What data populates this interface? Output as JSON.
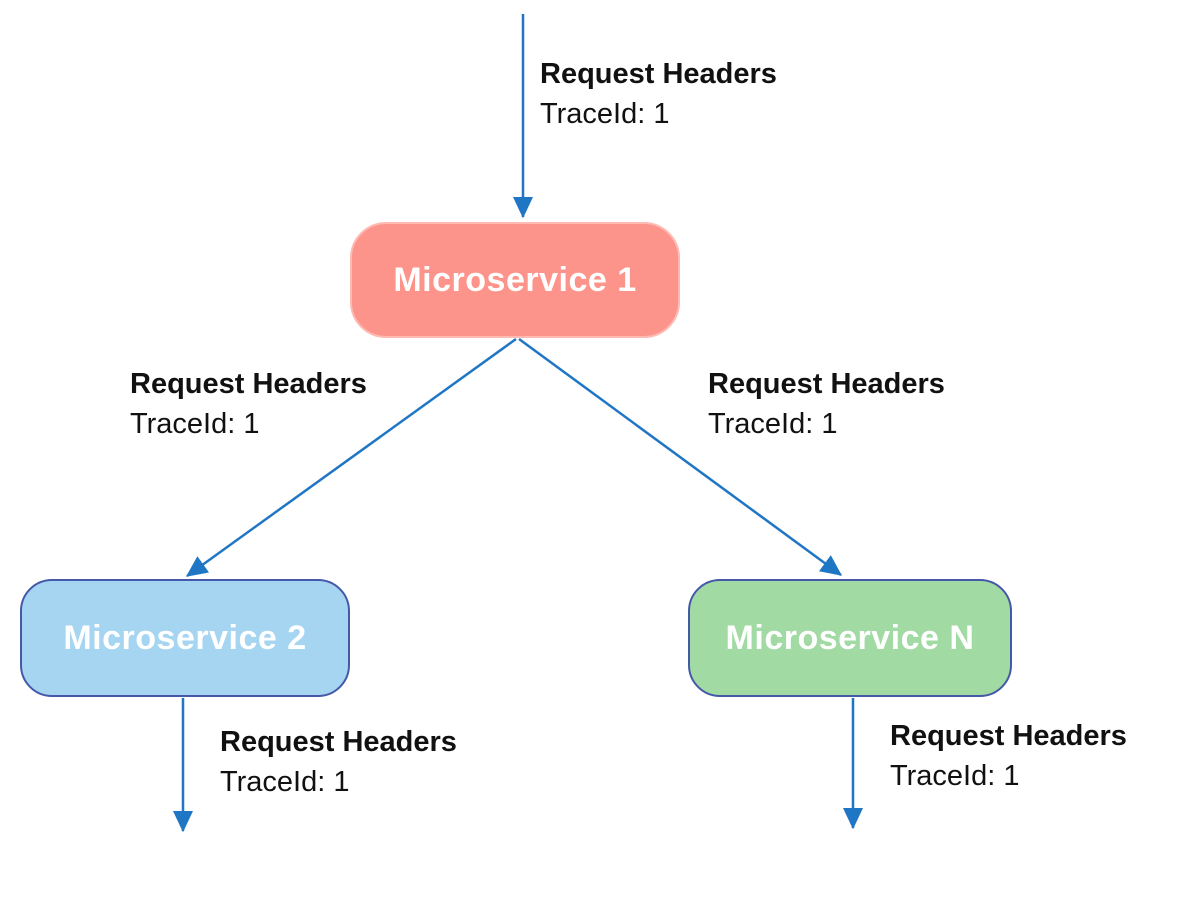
{
  "diagram": {
    "colors": {
      "background": "#ffffff",
      "arrow": "#1F76C4",
      "node_text": "#ffffff",
      "label_text": "#111111",
      "microservice_1_fill": "#FC948B",
      "microservice_2_fill": "#A6D5F2",
      "microservice_n_fill": "#A2DAA3",
      "node_border": "#4559A8"
    },
    "nodes": [
      {
        "id": "ms1",
        "label": "Microservice 1"
      },
      {
        "id": "ms2",
        "label": "Microservice 2"
      },
      {
        "id": "msn",
        "label": "Microservice N"
      }
    ],
    "edges": [
      {
        "id": "incoming-to-ms1",
        "from": "external",
        "to": "ms1",
        "label_title": "Request Headers",
        "label_value": "TraceId: 1"
      },
      {
        "id": "ms1-to-ms2",
        "from": "ms1",
        "to": "ms2",
        "label_title": "Request Headers",
        "label_value": "TraceId: 1"
      },
      {
        "id": "ms1-to-msn",
        "from": "ms1",
        "to": "msn",
        "label_title": "Request Headers",
        "label_value": "TraceId: 1"
      },
      {
        "id": "ms2-outgoing",
        "from": "ms2",
        "to": "external",
        "label_title": "Request Headers",
        "label_value": "TraceId: 1"
      },
      {
        "id": "msn-outgoing",
        "from": "msn",
        "to": "external",
        "label_title": "Request Headers",
        "label_value": "TraceId: 1"
      }
    ]
  }
}
